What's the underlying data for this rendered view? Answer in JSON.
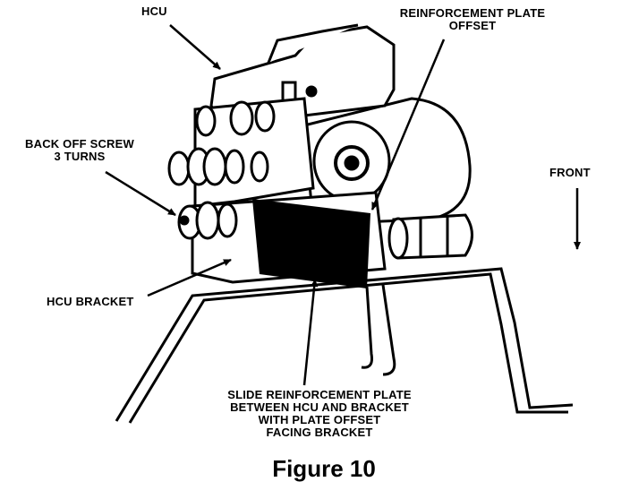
{
  "labels": {
    "hcu": "HCU",
    "reinforcement_plate_line1": "REINFORCEMENT PLATE",
    "reinforcement_plate_line2": "OFFSET",
    "back_off_line1": "BACK OFF SCREW",
    "back_off_line2": "3 TURNS",
    "front": "FRONT",
    "hcu_bracket": "HCU BRACKET",
    "slide_line1": "SLIDE REINFORCEMENT PLATE",
    "slide_line2": "BETWEEN HCU AND BRACKET",
    "slide_line3": "WITH PLATE OFFSET",
    "slide_line4": "FACING BRACKET"
  },
  "caption": "Figure 10"
}
